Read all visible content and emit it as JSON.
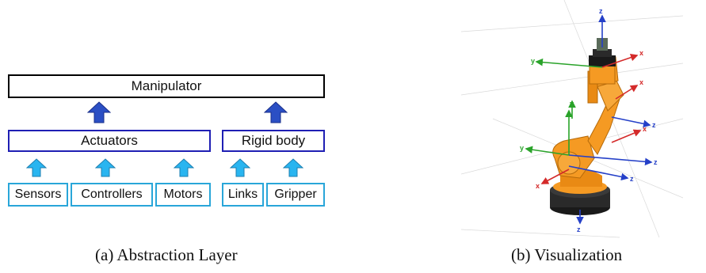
{
  "abstraction": {
    "top": "Manipulator",
    "middle": [
      "Actuators",
      "Rigid body"
    ],
    "bottom": [
      "Sensors",
      "Controllers",
      "Motors",
      "Links",
      "Gripper"
    ]
  },
  "captions": {
    "a": "(a) Abstraction Layer",
    "b": "(b) Visualization"
  },
  "colors": {
    "manipulator_border": "#000000",
    "layer_border": "#1f1fb4",
    "component_border": "#29a6d9",
    "big_arrow": "#2b4fc4",
    "small_arrow": "#29b5f0",
    "robot": "#f59a23",
    "robot_base": "#1a1a1a",
    "axis_x": "#d42a2a",
    "axis_y": "#2aa32a",
    "axis_z": "#2540c8"
  },
  "axis_labels": {
    "x": "x",
    "y": "y",
    "z": "z"
  }
}
